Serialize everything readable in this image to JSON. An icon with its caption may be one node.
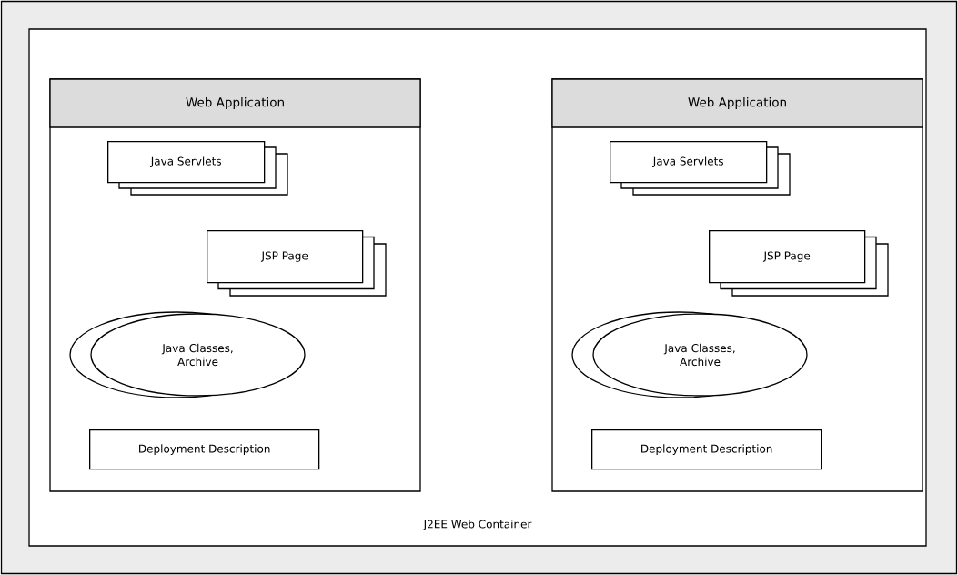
{
  "diagram": {
    "nodes": [
      {
        "text": [
          "J2EE Web Container"
        ]
      },
      {
        "text": [
          "Web Application"
        ],
        "in": 0
      },
      {
        "text": [
          "Java Servlets"
        ],
        "in": 1
      },
      {
        "text": [
          "JSP Page"
        ],
        "in": 1
      },
      {
        "text": [
          "Java Classes, Archive"
        ],
        "in": 1
      },
      {
        "text": [
          "Deployment Description"
        ],
        "in": 1
      },
      {
        "text": [
          "Web Application"
        ],
        "in": 0
      },
      {
        "text": [
          "Java Servlets"
        ],
        "in": 6
      },
      {
        "text": [
          "JSP Page"
        ],
        "in": 6
      },
      {
        "text": [
          "Java Classes, Archive"
        ],
        "in": 6
      },
      {
        "text": [
          "Deployment Description"
        ],
        "in": 6
      }
    ]
  }
}
